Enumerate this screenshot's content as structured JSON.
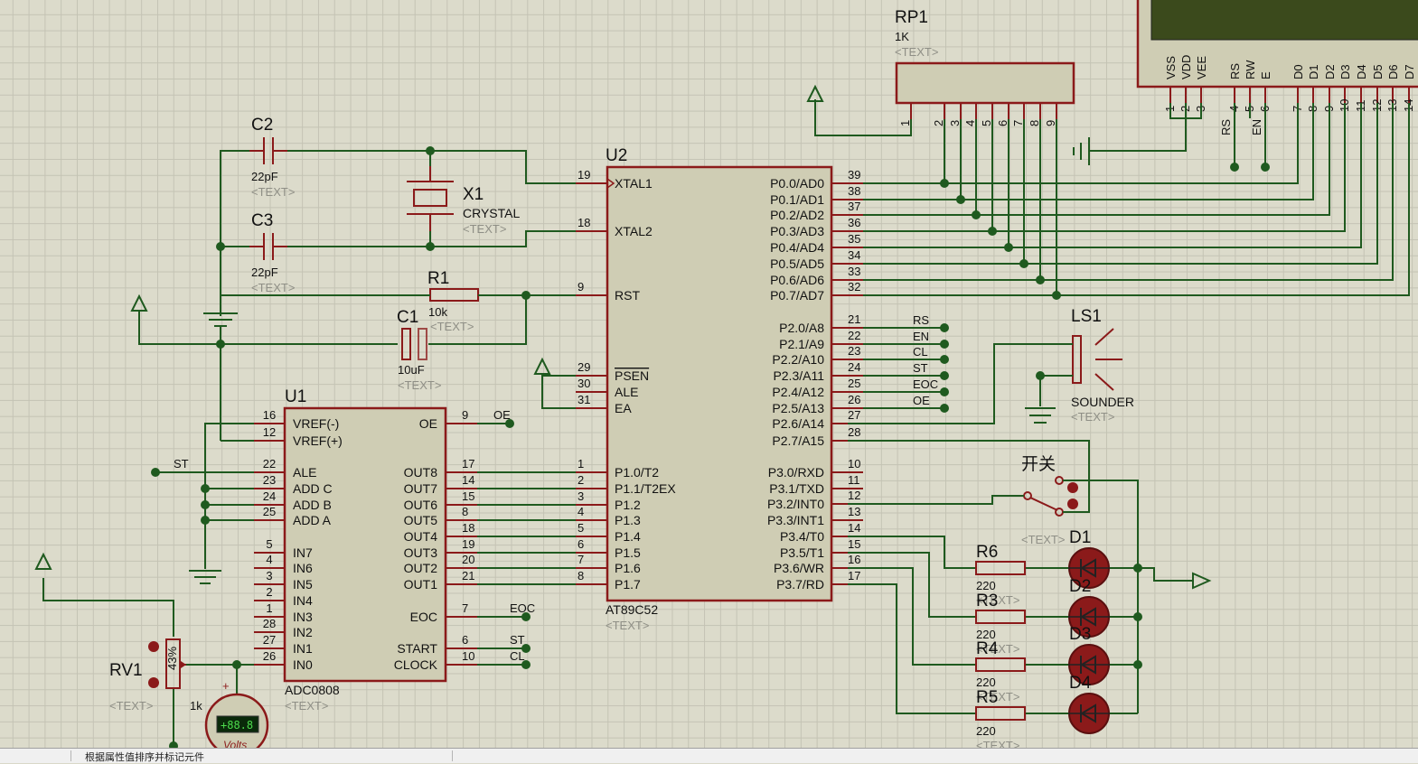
{
  "components": {
    "rp1": {
      "ref": "RP1",
      "value": "1K",
      "text": "<TEXT>"
    },
    "c2": {
      "ref": "C2",
      "value": "22pF",
      "text": "<TEXT>"
    },
    "c3": {
      "ref": "C3",
      "value": "22pF",
      "text": "<TEXT>"
    },
    "x1": {
      "ref": "X1",
      "value": "CRYSTAL",
      "text": "<TEXT>"
    },
    "r1": {
      "ref": "R1",
      "value": "10k",
      "text": "<TEXT>"
    },
    "c1": {
      "ref": "C1",
      "value": "10uF",
      "text": "<TEXT>"
    },
    "u2": {
      "ref": "U2",
      "value": "AT89C52",
      "text": "<TEXT>"
    },
    "u1": {
      "ref": "U1",
      "value": "ADC0808",
      "text": "<TEXT>"
    },
    "rv1": {
      "ref": "RV1",
      "value": "1k",
      "text": "<TEXT>",
      "percent": "43%"
    },
    "ls1": {
      "ref": "LS1",
      "value": "SOUNDER",
      "text": "<TEXT>"
    },
    "switch": {
      "ref": "开关",
      "text": "<TEXT>"
    },
    "r6": {
      "ref": "R6",
      "value": "220",
      "text": "<TEXT>"
    },
    "r3": {
      "ref": "R3",
      "value": "220",
      "text": "<TEXT>"
    },
    "r4": {
      "ref": "R4",
      "value": "220",
      "text": "<TEXT>"
    },
    "r5": {
      "ref": "R5",
      "value": "220",
      "text": "<TEXT>"
    },
    "d1": {
      "ref": "D1"
    },
    "d2": {
      "ref": "D2"
    },
    "d3": {
      "ref": "D3"
    },
    "d4": {
      "ref": "D4"
    },
    "voltmeter": {
      "display": "+88.8",
      "unit": "Volts"
    }
  },
  "u2_left_pins": [
    {
      "num": "19",
      "name": "XTAL1"
    },
    {
      "num": "18",
      "name": "XTAL2"
    },
    {
      "num": "9",
      "name": "RST"
    },
    {
      "num": "29",
      "name": "PSEN"
    },
    {
      "num": "30",
      "name": "ALE"
    },
    {
      "num": "31",
      "name": "EA"
    },
    {
      "num": "1",
      "name": "P1.0/T2"
    },
    {
      "num": "2",
      "name": "P1.1/T2EX"
    },
    {
      "num": "3",
      "name": "P1.2"
    },
    {
      "num": "4",
      "name": "P1.3"
    },
    {
      "num": "5",
      "name": "P1.4"
    },
    {
      "num": "6",
      "name": "P1.5"
    },
    {
      "num": "7",
      "name": "P1.6"
    },
    {
      "num": "8",
      "name": "P1.7"
    }
  ],
  "u2_right_pins": [
    {
      "num": "39",
      "name": "P0.0/AD0"
    },
    {
      "num": "38",
      "name": "P0.1/AD1"
    },
    {
      "num": "37",
      "name": "P0.2/AD2"
    },
    {
      "num": "36",
      "name": "P0.3/AD3"
    },
    {
      "num": "35",
      "name": "P0.4/AD4"
    },
    {
      "num": "34",
      "name": "P0.5/AD5"
    },
    {
      "num": "33",
      "name": "P0.6/AD6"
    },
    {
      "num": "32",
      "name": "P0.7/AD7"
    },
    {
      "num": "21",
      "name": "P2.0/A8"
    },
    {
      "num": "22",
      "name": "P2.1/A9"
    },
    {
      "num": "23",
      "name": "P2.2/A10"
    },
    {
      "num": "24",
      "name": "P2.3/A11"
    },
    {
      "num": "25",
      "name": "P2.4/A12"
    },
    {
      "num": "26",
      "name": "P2.5/A13"
    },
    {
      "num": "27",
      "name": "P2.6/A14"
    },
    {
      "num": "28",
      "name": "P2.7/A15"
    },
    {
      "num": "10",
      "name": "P3.0/RXD"
    },
    {
      "num": "11",
      "name": "P3.1/TXD"
    },
    {
      "num": "12",
      "name": "P3.2/INT0"
    },
    {
      "num": "13",
      "name": "P3.3/INT1"
    },
    {
      "num": "14",
      "name": "P3.4/T0"
    },
    {
      "num": "15",
      "name": "P3.5/T1"
    },
    {
      "num": "16",
      "name": "P3.6/WR"
    },
    {
      "num": "17",
      "name": "P3.7/RD"
    }
  ],
  "p2_net_labels": [
    "RS",
    "EN",
    "CL",
    "ST",
    "EOC",
    "OE"
  ],
  "u1_left_pins": [
    {
      "num": "16",
      "name": "VREF(-)"
    },
    {
      "num": "12",
      "name": "VREF(+)"
    },
    {
      "num": "22",
      "name": "ALE"
    },
    {
      "num": "23",
      "name": "ADD C"
    },
    {
      "num": "24",
      "name": "ADD B"
    },
    {
      "num": "25",
      "name": "ADD A"
    },
    {
      "num": "5",
      "name": "IN7"
    },
    {
      "num": "4",
      "name": "IN6"
    },
    {
      "num": "3",
      "name": "IN5"
    },
    {
      "num": "2",
      "name": "IN4"
    },
    {
      "num": "1",
      "name": "IN3"
    },
    {
      "num": "28",
      "name": "IN2"
    },
    {
      "num": "27",
      "name": "IN1"
    },
    {
      "num": "26",
      "name": "IN0"
    }
  ],
  "u1_right_pins": [
    {
      "num": "9",
      "name": "OE"
    },
    {
      "num": "17",
      "name": "OUT8"
    },
    {
      "num": "14",
      "name": "OUT7"
    },
    {
      "num": "15",
      "name": "OUT6"
    },
    {
      "num": "8",
      "name": "OUT5"
    },
    {
      "num": "18",
      "name": "OUT4"
    },
    {
      "num": "19",
      "name": "OUT3"
    },
    {
      "num": "20",
      "name": "OUT2"
    },
    {
      "num": "21",
      "name": "OUT1"
    },
    {
      "num": "7",
      "name": "EOC"
    },
    {
      "num": "6",
      "name": "START"
    },
    {
      "num": "10",
      "name": "CLOCK"
    }
  ],
  "u1_net_labels": {
    "oe": "OE",
    "st": "ST",
    "eoc": "EOC",
    "st2": "ST",
    "cl": "CL"
  },
  "rp1_pins": [
    "1",
    "2",
    "3",
    "4",
    "5",
    "6",
    "7",
    "8",
    "9"
  ],
  "lcd_pin_names": [
    "VSS",
    "VDD",
    "VEE",
    "RS",
    "RW",
    "E",
    "D0",
    "D1",
    "D2",
    "D3",
    "D4",
    "D5",
    "D6",
    "D7"
  ],
  "lcd_pin_numbers": [
    "1",
    "2",
    "3",
    "4",
    "5",
    "6",
    "7",
    "8",
    "9",
    "10",
    "11",
    "12",
    "13",
    "14"
  ],
  "lcd_net_labels": [
    "RS",
    "EN"
  ],
  "colors": {
    "wire": "#1f5a1f",
    "component": "#8b1a1a",
    "body": "#cfcdb4",
    "grid_bg": "#dcdbcb"
  },
  "status": {
    "text": "根据属性值排序并标记元件"
  }
}
